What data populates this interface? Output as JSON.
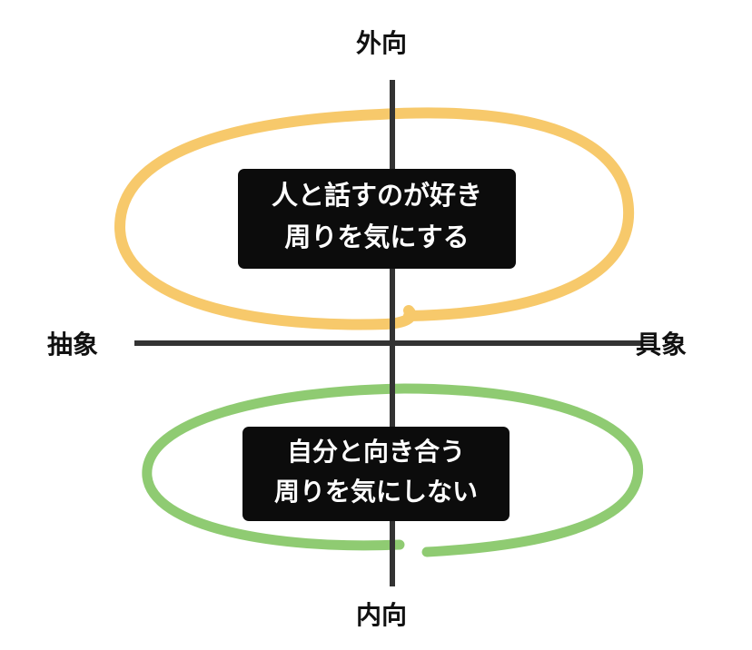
{
  "axes": {
    "top": "外向",
    "bottom": "内向",
    "left": "抽象",
    "right": "具象"
  },
  "boxes": {
    "top": {
      "line1": "人と話すのが好き",
      "line2": "周りを気にする"
    },
    "bottom": {
      "line1": "自分と向き合う",
      "line2": "周りを気にしない"
    }
  },
  "colors": {
    "axis": "#333333",
    "top_loop": "#f7c96b",
    "bottom_loop": "#8fcb72",
    "box_bg": "#0c0c0c",
    "box_text": "#ffffff"
  }
}
